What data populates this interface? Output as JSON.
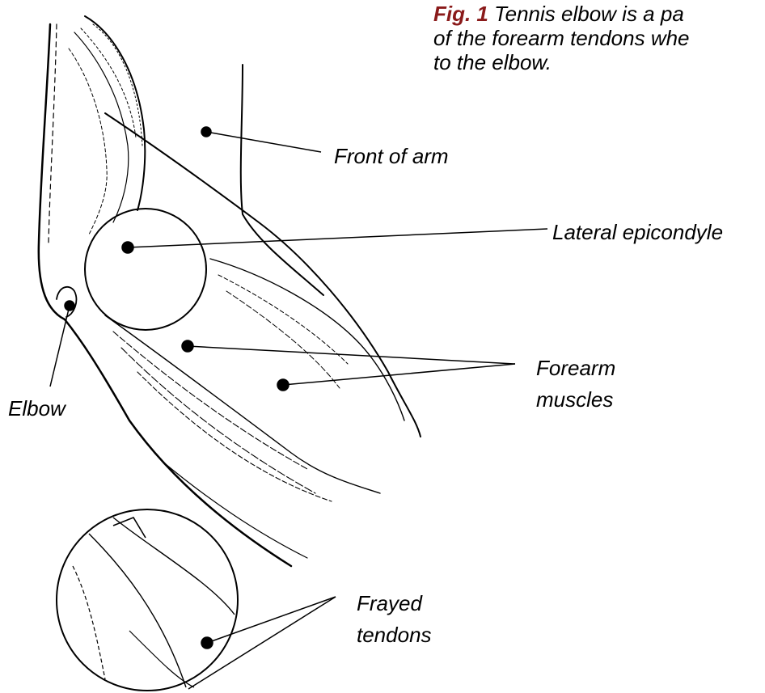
{
  "caption": {
    "figure_label": "Fig. 1",
    "line1": "Tennis elbow is a pa",
    "line2": "of the forearm tendons whe",
    "line3": "to the elbow.",
    "label_color": "#8a1a1a"
  },
  "labels": {
    "front_of_arm": "Front of arm",
    "lateral_epicondyle": "Lateral epicondyle",
    "forearm_muscles_1": "Forearm",
    "forearm_muscles_2": "muscles",
    "elbow": "Elbow",
    "frayed_tendons_1": "Frayed",
    "frayed_tendons_2": "tendons"
  },
  "icons": [
    "arm-anatomy-drawing",
    "epicondyle-circle",
    "magnified-tendon-inset"
  ]
}
